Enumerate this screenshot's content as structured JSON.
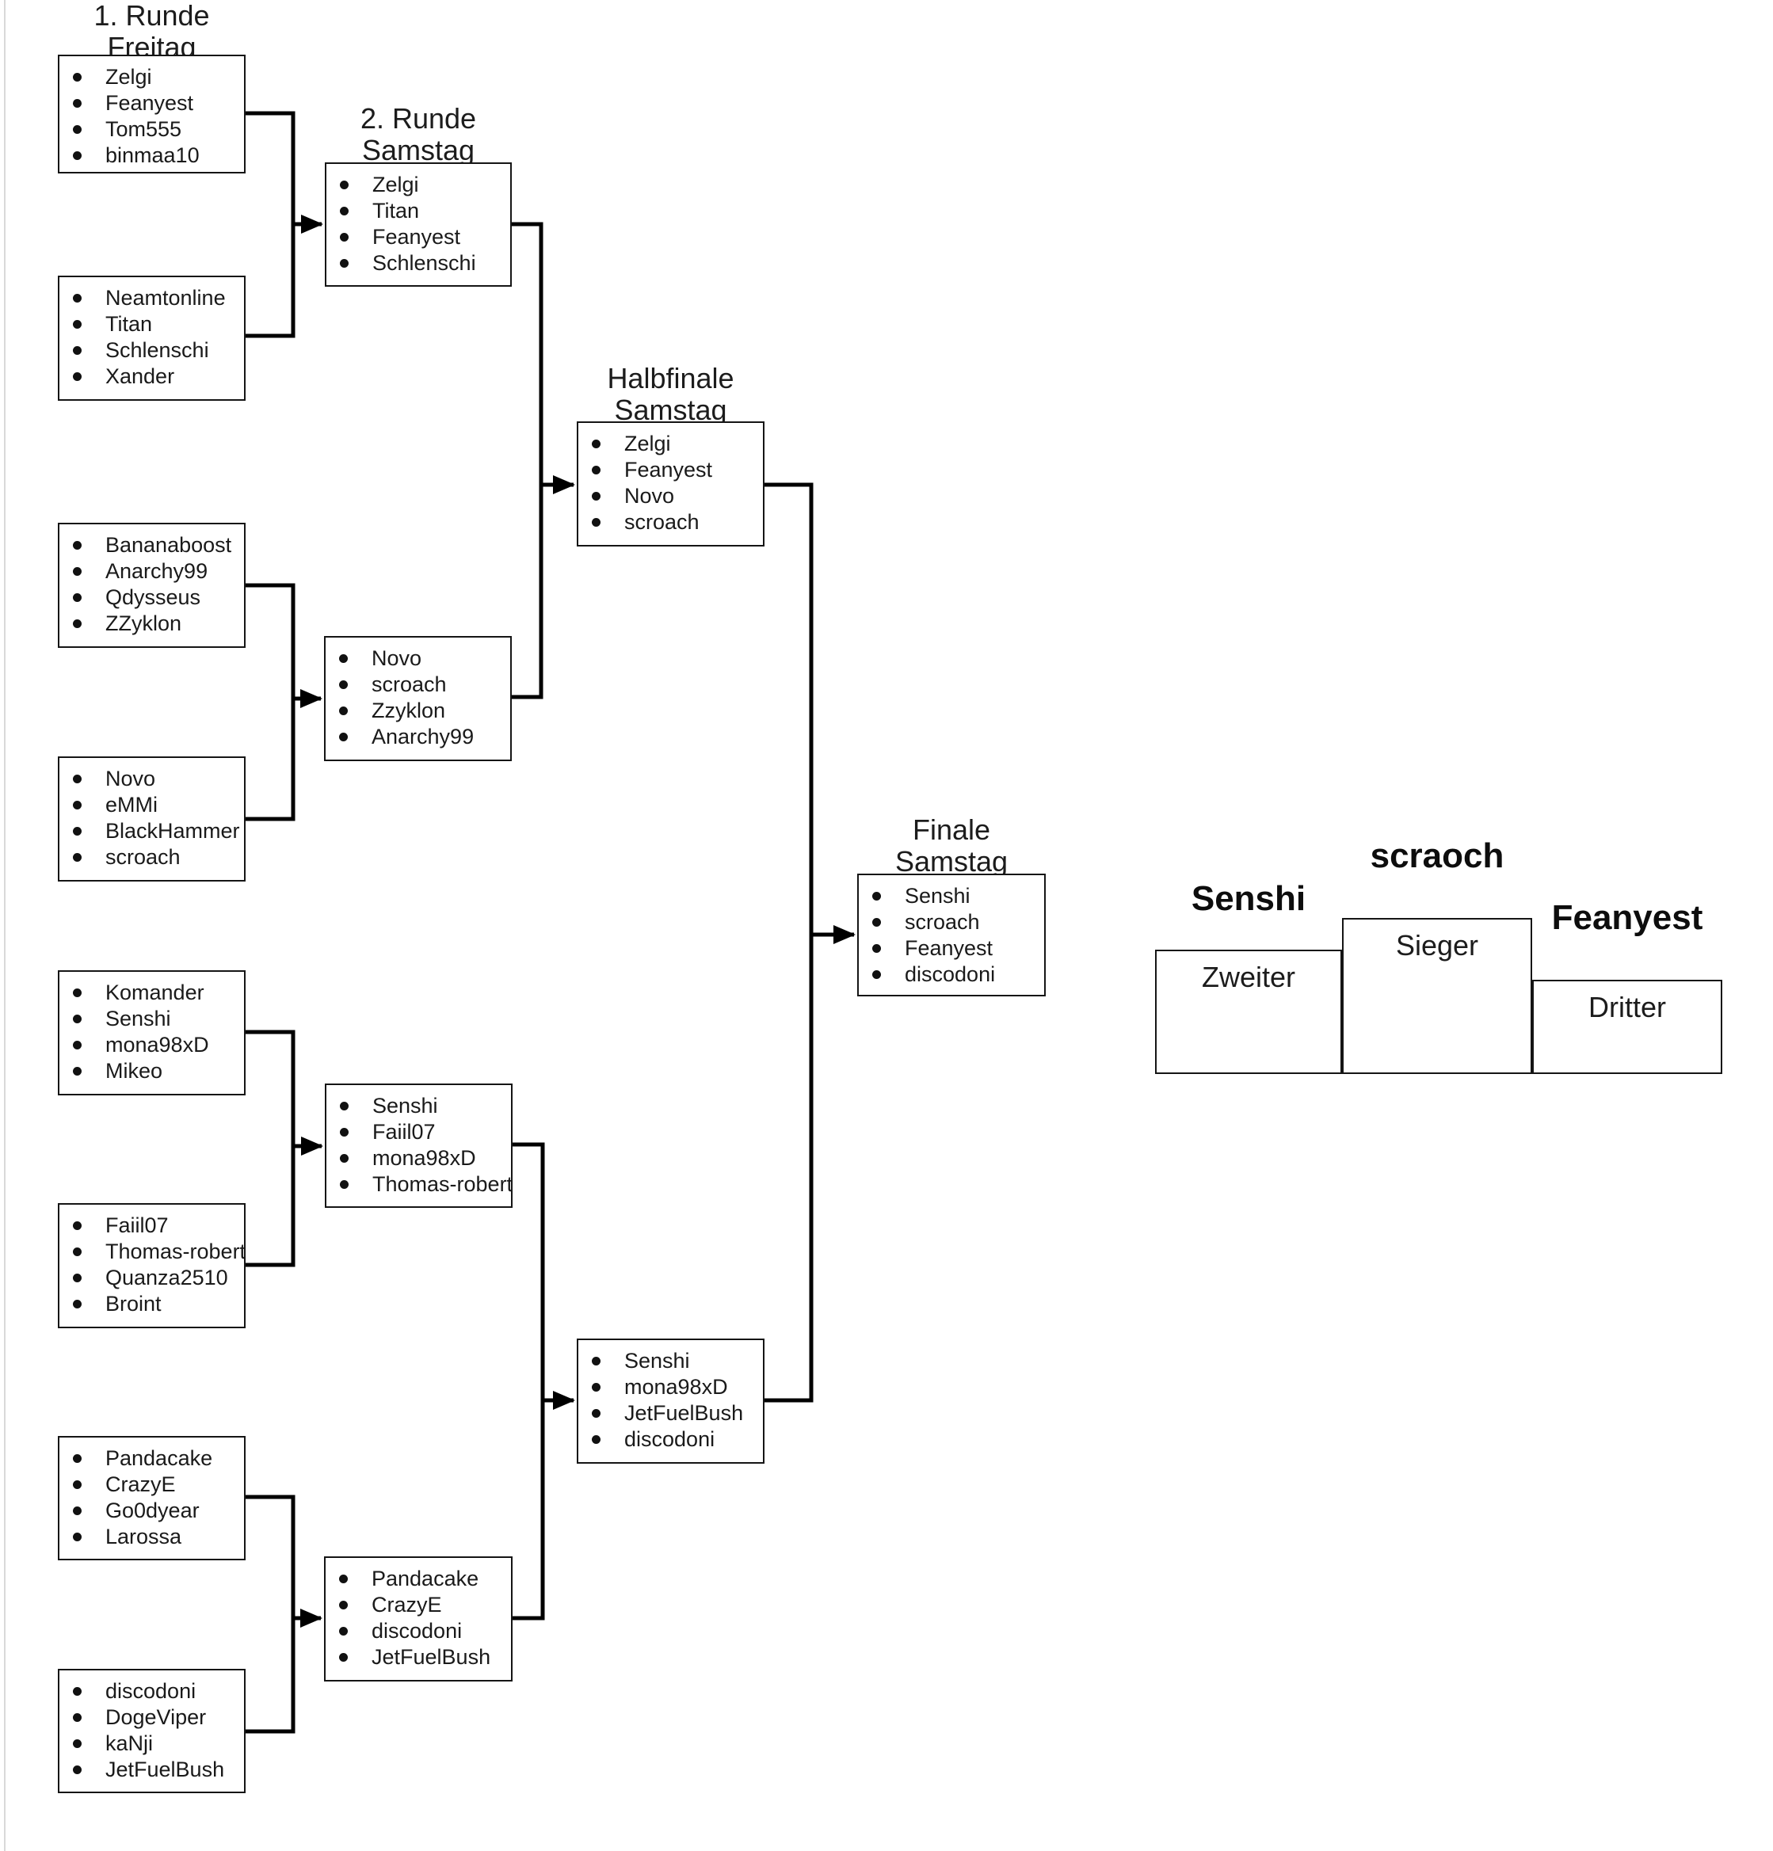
{
  "page": {
    "background": "#ffffff",
    "edge_color": "#d9d9d9",
    "line_color": "#000000"
  },
  "columns": {
    "round1": {
      "title_line1": "1. Runde",
      "title_line2": "Freitag"
    },
    "round2": {
      "title_line1": "2. Runde",
      "title_line2": "Samstag"
    },
    "semifinal": {
      "title_line1": "Halbfinale",
      "title_line2": "Samstag"
    },
    "final": {
      "title_line1": "Finale",
      "title_line2": "Samstag"
    }
  },
  "boxes": {
    "r1_1": {
      "items": [
        "Zelgi",
        "Feanyest",
        "Tom555",
        "binmaa10"
      ]
    },
    "r1_2": {
      "items": [
        "Neamtonline",
        "Titan",
        "Schlenschi",
        "Xander"
      ]
    },
    "r1_3": {
      "items": [
        "Bananaboost",
        "Anarchy99",
        "Qdysseus",
        "ZZyklon"
      ]
    },
    "r1_4": {
      "items": [
        "Novo",
        "eMMi",
        "BlackHammer",
        "scroach"
      ]
    },
    "r1_5": {
      "items": [
        "Komander",
        "Senshi",
        "mona98xD",
        "Mikeo"
      ]
    },
    "r1_6": {
      "items": [
        "Faiil07",
        "Thomas-robert",
        "Quanza2510",
        "Broint"
      ]
    },
    "r1_7": {
      "items": [
        "Pandacake",
        "CrazyE",
        "Go0dyear",
        "Larossa"
      ]
    },
    "r1_8": {
      "items": [
        "discodoni",
        "DogeViper",
        "kaNji",
        "JetFuelBush"
      ]
    },
    "r2_1": {
      "items": [
        "Zelgi",
        "Titan",
        "Feanyest",
        "Schlenschi"
      ]
    },
    "r2_2": {
      "items": [
        "Novo",
        "scroach",
        "Zzyklon",
        "Anarchy99"
      ]
    },
    "r2_3": {
      "items": [
        "Senshi",
        "Faiil07",
        "mona98xD",
        "Thomas-robert"
      ]
    },
    "r2_4": {
      "items": [
        "Pandacake",
        "CrazyE",
        "discodoni",
        "JetFuelBush"
      ]
    },
    "sf_1": {
      "items": [
        "Zelgi",
        "Feanyest",
        "Novo",
        "scroach"
      ]
    },
    "sf_2": {
      "items": [
        "Senshi",
        "mona98xD",
        "JetFuelBush",
        "discodoni"
      ]
    },
    "final": {
      "items": [
        "Senshi",
        "scroach",
        "Feanyest",
        "discodoni"
      ]
    }
  },
  "podium": {
    "winner_name": "scraoch",
    "winner_label": "Sieger",
    "second_name": "Senshi",
    "second_label": "Zweiter",
    "third_name": "Feanyest",
    "third_label": "Dritter"
  }
}
